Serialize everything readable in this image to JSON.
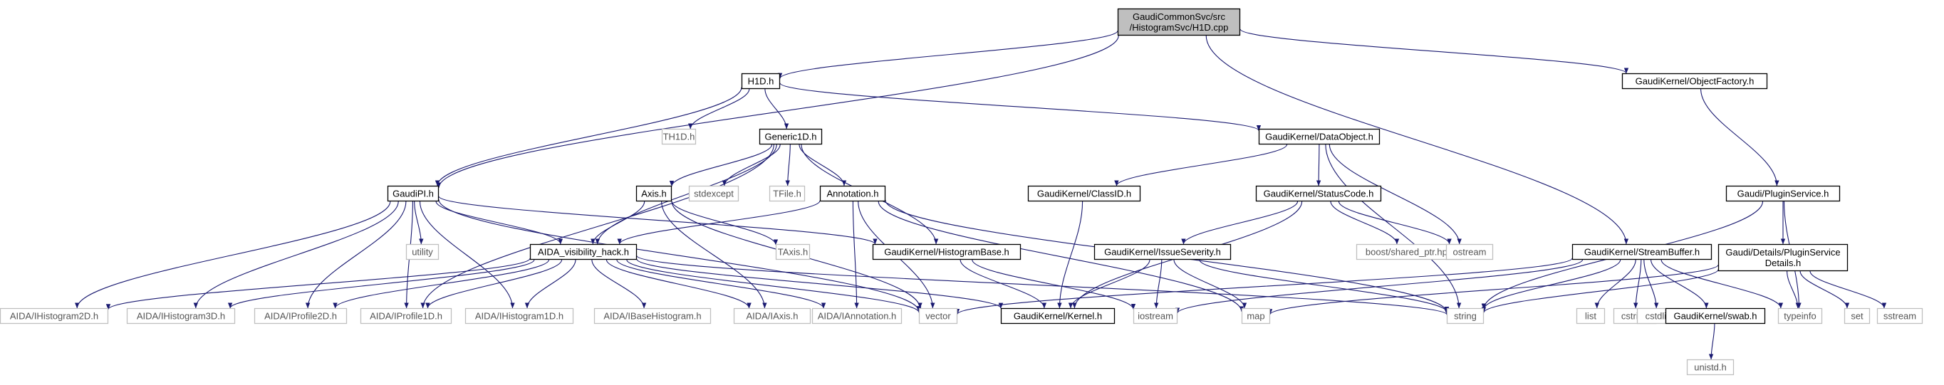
{
  "diagram": {
    "colors": {
      "edge": "#191970",
      "root_fill": "#bfbfbf",
      "doc_border": "#000000",
      "ext_border": "#bfbfbf",
      "ext_text": "#555555"
    },
    "nodes": [
      {
        "id": "root",
        "kind": "root",
        "lines": [
          "GaudiCommonSvc/src",
          "/HistogramSvc/H1D.cpp"
        ]
      },
      {
        "id": "h1d",
        "kind": "doc",
        "lines": [
          "H1D.h"
        ]
      },
      {
        "id": "objfactory",
        "kind": "doc",
        "lines": [
          "GaudiKernel/ObjectFactory.h"
        ]
      },
      {
        "id": "th1d",
        "kind": "ext",
        "lines": [
          "TH1D.h"
        ]
      },
      {
        "id": "generic1d",
        "kind": "doc",
        "lines": [
          "Generic1D.h"
        ]
      },
      {
        "id": "dataobject",
        "kind": "doc",
        "lines": [
          "GaudiKernel/DataObject.h"
        ]
      },
      {
        "id": "gaudipi",
        "kind": "doc",
        "lines": [
          "GaudiPI.h"
        ]
      },
      {
        "id": "utility",
        "kind": "ext",
        "lines": [
          "utility"
        ]
      },
      {
        "id": "axish",
        "kind": "doc",
        "lines": [
          "Axis.h"
        ]
      },
      {
        "id": "stdexcept",
        "kind": "ext",
        "lines": [
          "stdexcept"
        ]
      },
      {
        "id": "tfile",
        "kind": "ext",
        "lines": [
          "TFile.h"
        ]
      },
      {
        "id": "annotation",
        "kind": "doc",
        "lines": [
          "Annotation.h"
        ]
      },
      {
        "id": "classid",
        "kind": "doc",
        "lines": [
          "GaudiKernel/ClassID.h"
        ]
      },
      {
        "id": "statuscode",
        "kind": "doc",
        "lines": [
          "GaudiKernel/StatusCode.h"
        ]
      },
      {
        "id": "pluginservice",
        "kind": "doc",
        "lines": [
          "Gaudi/PluginService.h"
        ]
      },
      {
        "id": "taxis",
        "kind": "ext",
        "lines": [
          "TAxis.h"
        ]
      },
      {
        "id": "aidahack",
        "kind": "doc",
        "lines": [
          "AIDA_visibility_hack.h"
        ]
      },
      {
        "id": "histobase",
        "kind": "doc",
        "lines": [
          "GaudiKernel/HistogramBase.h"
        ]
      },
      {
        "id": "boostsp",
        "kind": "ext",
        "lines": [
          "boost/shared_ptr.hpp"
        ]
      },
      {
        "id": "ostream",
        "kind": "ext",
        "lines": [
          "ostream"
        ]
      },
      {
        "id": "issueseverity",
        "kind": "doc",
        "lines": [
          "GaudiKernel/IssueSeverity.h"
        ]
      },
      {
        "id": "streambuffer",
        "kind": "doc",
        "lines": [
          "GaudiKernel/StreamBuffer.h"
        ]
      },
      {
        "id": "psdetails",
        "kind": "doc",
        "lines": [
          "Gaudi/Details/PluginService",
          "Details.h"
        ]
      },
      {
        "id": "ih2d",
        "kind": "ext",
        "lines": [
          "AIDA/IHistogram2D.h"
        ]
      },
      {
        "id": "ih3d",
        "kind": "ext",
        "lines": [
          "AIDA/IHistogram3D.h"
        ]
      },
      {
        "id": "ip2d",
        "kind": "ext",
        "lines": [
          "AIDA/IProfile2D.h"
        ]
      },
      {
        "id": "ip1d",
        "kind": "ext",
        "lines": [
          "AIDA/IProfile1D.h"
        ]
      },
      {
        "id": "ih1d",
        "kind": "ext",
        "lines": [
          "AIDA/IHistogram1D.h"
        ]
      },
      {
        "id": "ibase",
        "kind": "ext",
        "lines": [
          "AIDA/IBaseHistogram.h"
        ]
      },
      {
        "id": "iaxis",
        "kind": "ext",
        "lines": [
          "AIDA/IAxis.h"
        ]
      },
      {
        "id": "iannot",
        "kind": "ext",
        "lines": [
          "AIDA/IAnnotation.h"
        ]
      },
      {
        "id": "vector",
        "kind": "ext",
        "lines": [
          "vector"
        ]
      },
      {
        "id": "kernel",
        "kind": "doc",
        "lines": [
          "GaudiKernel/Kernel.h"
        ]
      },
      {
        "id": "iostream",
        "kind": "ext",
        "lines": [
          "iostream"
        ]
      },
      {
        "id": "map",
        "kind": "ext",
        "lines": [
          "map"
        ]
      },
      {
        "id": "string",
        "kind": "ext",
        "lines": [
          "string"
        ]
      },
      {
        "id": "list",
        "kind": "ext",
        "lines": [
          "list"
        ]
      },
      {
        "id": "cstring",
        "kind": "ext",
        "lines": [
          "cstring"
        ]
      },
      {
        "id": "cstdlib",
        "kind": "ext",
        "lines": [
          "cstdlib"
        ]
      },
      {
        "id": "swab",
        "kind": "doc",
        "lines": [
          "GaudiKernel/swab.h"
        ]
      },
      {
        "id": "typeinfo",
        "kind": "ext",
        "lines": [
          "typeinfo"
        ]
      },
      {
        "id": "set",
        "kind": "ext",
        "lines": [
          "set"
        ]
      },
      {
        "id": "sstream",
        "kind": "ext",
        "lines": [
          "sstream"
        ]
      },
      {
        "id": "unistd",
        "kind": "ext",
        "lines": [
          "unistd.h"
        ]
      }
    ],
    "edges": [
      [
        "root",
        "h1d"
      ],
      [
        "root",
        "objfactory"
      ],
      [
        "root",
        "gaudipi"
      ],
      [
        "root",
        "streambuffer"
      ],
      [
        "h1d",
        "th1d"
      ],
      [
        "h1d",
        "generic1d"
      ],
      [
        "h1d",
        "dataobject"
      ],
      [
        "h1d",
        "gaudipi"
      ],
      [
        "objfactory",
        "pluginservice"
      ],
      [
        "generic1d",
        "axish"
      ],
      [
        "generic1d",
        "stdexcept"
      ],
      [
        "generic1d",
        "tfile"
      ],
      [
        "generic1d",
        "annotation"
      ],
      [
        "generic1d",
        "aidahack"
      ],
      [
        "generic1d",
        "histobase"
      ],
      [
        "generic1d",
        "ip1d"
      ],
      [
        "dataobject",
        "classid"
      ],
      [
        "dataobject",
        "statuscode"
      ],
      [
        "dataobject",
        "ostream"
      ],
      [
        "dataobject",
        "string"
      ],
      [
        "gaudipi",
        "utility"
      ],
      [
        "gaudipi",
        "aidahack"
      ],
      [
        "gaudipi",
        "histobase"
      ],
      [
        "gaudipi",
        "ih2d"
      ],
      [
        "gaudipi",
        "ih3d"
      ],
      [
        "gaudipi",
        "ip2d"
      ],
      [
        "gaudipi",
        "ip1d"
      ],
      [
        "gaudipi",
        "ih1d"
      ],
      [
        "gaudipi",
        "vector"
      ],
      [
        "axish",
        "taxis"
      ],
      [
        "axish",
        "aidahack"
      ],
      [
        "axish",
        "iaxis"
      ],
      [
        "axish",
        "vector"
      ],
      [
        "annotation",
        "aidahack"
      ],
      [
        "annotation",
        "iannot"
      ],
      [
        "annotation",
        "vector"
      ],
      [
        "annotation",
        "map"
      ],
      [
        "annotation",
        "string"
      ],
      [
        "classid",
        "kernel"
      ],
      [
        "statuscode",
        "issueseverity"
      ],
      [
        "statuscode",
        "boostsp"
      ],
      [
        "statuscode",
        "ostream"
      ],
      [
        "statuscode",
        "kernel"
      ],
      [
        "pluginservice",
        "psdetails"
      ],
      [
        "pluginservice",
        "string"
      ],
      [
        "pluginservice",
        "typeinfo"
      ],
      [
        "aidahack",
        "ih2d"
      ],
      [
        "aidahack",
        "ih3d"
      ],
      [
        "aidahack",
        "ip2d"
      ],
      [
        "aidahack",
        "ip1d"
      ],
      [
        "aidahack",
        "ih1d"
      ],
      [
        "aidahack",
        "ibase"
      ],
      [
        "aidahack",
        "iaxis"
      ],
      [
        "aidahack",
        "iannot"
      ],
      [
        "aidahack",
        "vector"
      ],
      [
        "aidahack",
        "kernel"
      ],
      [
        "aidahack",
        "string"
      ],
      [
        "histobase",
        "kernel"
      ],
      [
        "histobase",
        "iostream"
      ],
      [
        "issueseverity",
        "kernel"
      ],
      [
        "issueseverity",
        "iostream"
      ],
      [
        "issueseverity",
        "map"
      ],
      [
        "issueseverity",
        "string"
      ],
      [
        "streambuffer",
        "string"
      ],
      [
        "streambuffer",
        "list"
      ],
      [
        "streambuffer",
        "cstring"
      ],
      [
        "streambuffer",
        "cstdlib"
      ],
      [
        "streambuffer",
        "swab"
      ],
      [
        "streambuffer",
        "typeinfo"
      ],
      [
        "streambuffer",
        "vector"
      ],
      [
        "streambuffer",
        "iostream"
      ],
      [
        "psdetails",
        "typeinfo"
      ],
      [
        "psdetails",
        "set"
      ],
      [
        "psdetails",
        "sstream"
      ],
      [
        "psdetails",
        "string"
      ],
      [
        "psdetails",
        "map"
      ],
      [
        "swab",
        "unistd"
      ]
    ]
  }
}
